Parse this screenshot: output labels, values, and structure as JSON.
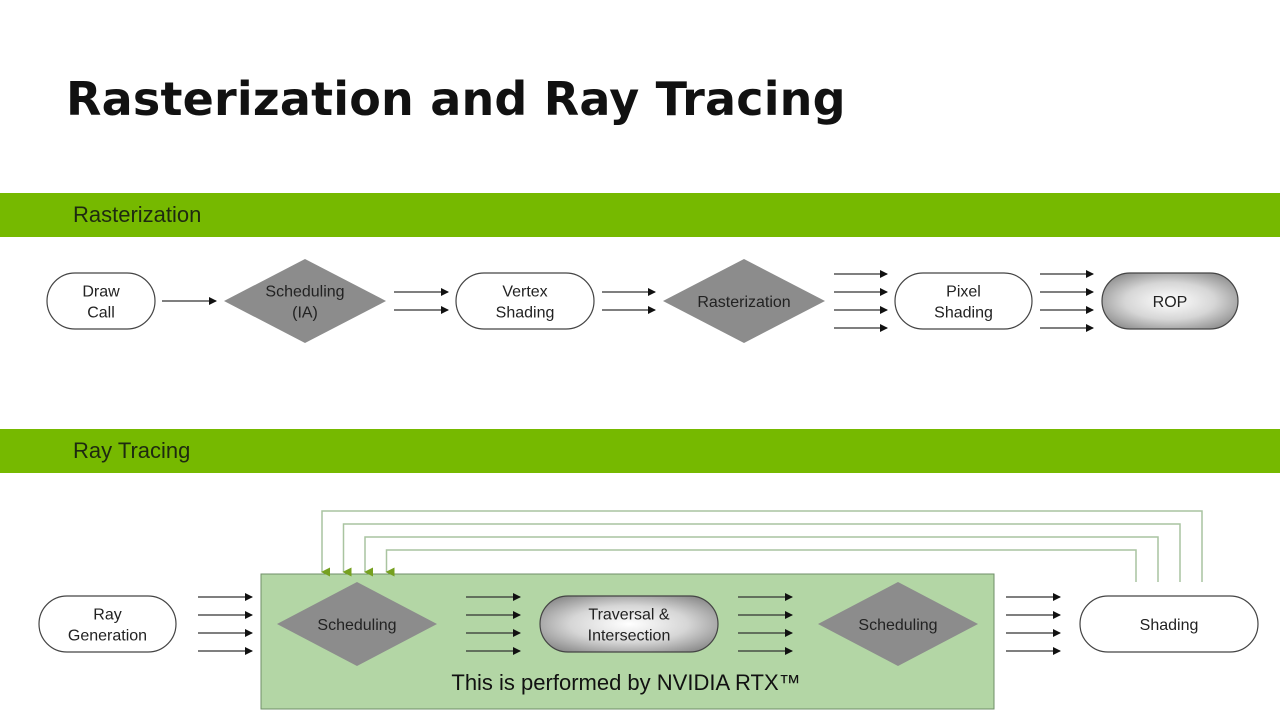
{
  "title": "Rasterization and Ray Tracing",
  "colors": {
    "band": "#76b900",
    "rtx_box": "#b3d6a5",
    "diamond": "#8c8c8c",
    "feedback_arrow": "#76a020"
  },
  "sections": {
    "rasterization": {
      "label": "Rasterization",
      "nodes": [
        {
          "id": "draw-call",
          "shape": "pill",
          "lines": [
            "Draw",
            "Call"
          ]
        },
        {
          "id": "scheduling-ia",
          "shape": "diamond",
          "lines": [
            "Scheduling",
            "(IA)"
          ]
        },
        {
          "id": "vertex-shading",
          "shape": "pill",
          "lines": [
            "Vertex",
            "Shading"
          ]
        },
        {
          "id": "rasterization",
          "shape": "diamond",
          "lines": [
            "Rasterization"
          ]
        },
        {
          "id": "pixel-shading",
          "shape": "pill",
          "lines": [
            "Pixel",
            "Shading"
          ]
        },
        {
          "id": "rop",
          "shape": "pill-gradient",
          "lines": [
            "ROP"
          ]
        }
      ],
      "arrow_counts": [
        1,
        2,
        2,
        4,
        4
      ]
    },
    "ray_tracing": {
      "label": "Ray Tracing",
      "nodes": [
        {
          "id": "ray-generation",
          "shape": "pill",
          "lines": [
            "Ray",
            "Generation"
          ]
        },
        {
          "id": "scheduling-1",
          "shape": "diamond",
          "lines": [
            "Scheduling"
          ]
        },
        {
          "id": "traversal-intersection",
          "shape": "pill-gradient",
          "lines": [
            "Traversal &",
            "Intersection"
          ]
        },
        {
          "id": "scheduling-2",
          "shape": "diamond",
          "lines": [
            "Scheduling"
          ]
        },
        {
          "id": "shading",
          "shape": "pill",
          "lines": [
            "Shading"
          ]
        }
      ],
      "arrow_counts": [
        4,
        4,
        4,
        4
      ],
      "feedback_loops": 4,
      "rtx_caption": "This is performed by NVIDIA RTX™"
    }
  }
}
